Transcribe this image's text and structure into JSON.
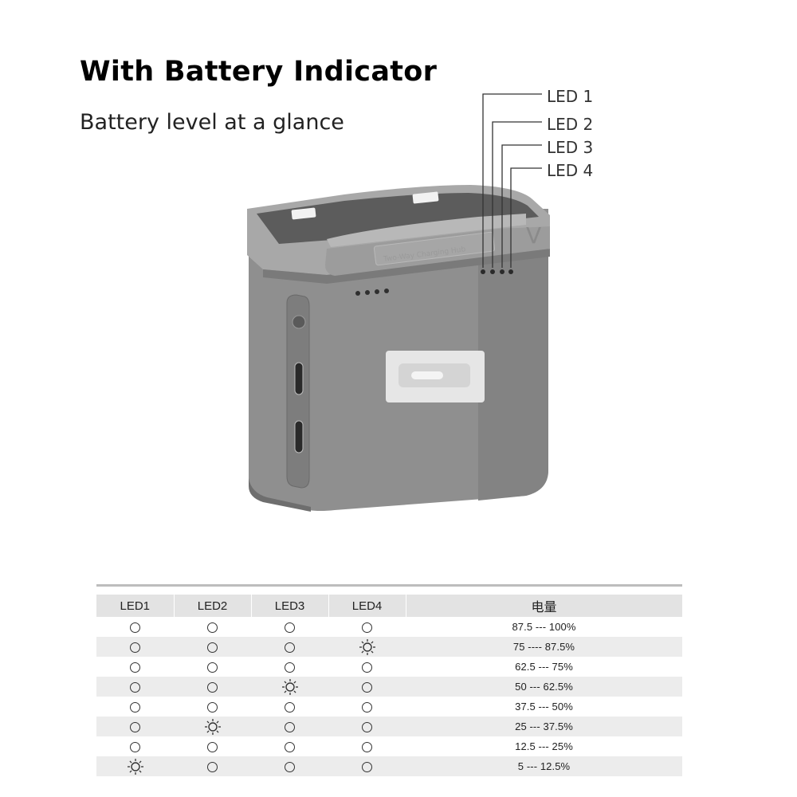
{
  "heading": {
    "title": "With Battery Indicator",
    "subtitle": "Battery level at a glance"
  },
  "device": {
    "led_callouts": [
      "LED 1",
      "LED 2",
      "LED 3",
      "LED 4"
    ],
    "hub_label": "Two-Way  Charging  Hub",
    "logo_letter": "V",
    "colors": {
      "body": "#8f8f8f",
      "top_shell": "#a7a7a7",
      "cavity": "#5c5c5c",
      "led_dot": "#2a2a2a"
    }
  },
  "table": {
    "headers": [
      "LED1",
      "LED2",
      "LED3",
      "LED4",
      "电量"
    ],
    "rows": [
      {
        "leds": [
          "off",
          "off",
          "off",
          "off"
        ],
        "level": "87.5 --- 100%"
      },
      {
        "leds": [
          "off",
          "off",
          "off",
          "blink"
        ],
        "level": "75 ---- 87.5%"
      },
      {
        "leds": [
          "off",
          "off",
          "off",
          "off"
        ],
        "level": "62.5 --- 75%"
      },
      {
        "leds": [
          "off",
          "off",
          "blink",
          "off"
        ],
        "level": "50 --- 62.5%"
      },
      {
        "leds": [
          "off",
          "off",
          "off",
          "off"
        ],
        "level": "37.5 --- 50%"
      },
      {
        "leds": [
          "off",
          "blink",
          "off",
          "off"
        ],
        "level": "25 --- 37.5%"
      },
      {
        "leds": [
          "off",
          "off",
          "off",
          "off"
        ],
        "level": "12.5 --- 25%"
      },
      {
        "leds": [
          "blink",
          "off",
          "off",
          "off"
        ],
        "level": "5 --- 12.5%"
      }
    ],
    "icon_names": {
      "off": "led-off-circle-icon",
      "blink": "led-blinking-sun-icon"
    }
  }
}
